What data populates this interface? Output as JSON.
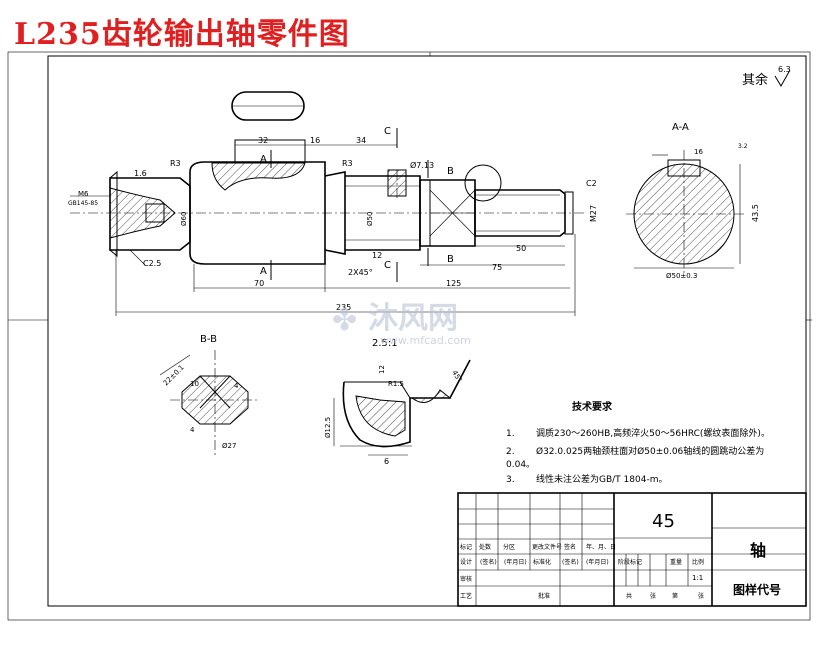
{
  "title": "L235齿轮输出轴零件图",
  "roughness_note": {
    "label": "其余",
    "value": "6.3"
  },
  "section_labels": {
    "aa": "A-A",
    "bb": "B-B",
    "detail_scale": "2.5:1"
  },
  "dimensions": {
    "d32": "32",
    "d16": "16",
    "d34": "34",
    "d70": "70",
    "d125": "125",
    "d235": "235",
    "d50": "50",
    "d75": "75",
    "r3a": "R3",
    "r3b": "R3",
    "c2": "C2",
    "c25": "C2.5",
    "c2x45": "2X45°",
    "d12": "12",
    "d1_6": "1.6",
    "m27": "M27",
    "d73": "Ø7.13",
    "phi60": "Ø60",
    "phi50": "Ø50",
    "m6": "M6",
    "gb": "GB145-85",
    "aa_16": "16",
    "aa_32": "3.2",
    "aa_435": "43.5",
    "aa_phi": "Ø50±0.3",
    "bb_22": "22±0.1",
    "bb_10": "10",
    "bb_4": "4",
    "bb_phi": "Ø27",
    "det_r15": "R1.5",
    "det_12": "12",
    "det_6": "6",
    "det_phi": "Ø12.5",
    "det_45": "45°",
    "label_a": "A",
    "label_b": "B",
    "label_c": "C"
  },
  "tech": {
    "heading": "技术要求",
    "items": [
      {
        "num": "1.",
        "text": "调质230～260HB,高频淬火50～56HRC(螺纹表面除外)。"
      },
      {
        "num": "2.",
        "text": "Ø32.0.025两轴颈柱面对Ø50±0.06轴线的圆跳动公差为"
      },
      {
        "num": "",
        "text": "0.04。"
      },
      {
        "num": "3.",
        "text": "线性未注公差为GB/T  1804-m。"
      }
    ]
  },
  "title_block": {
    "material": "45",
    "part_name": "轴",
    "drawing_no_label": "图样代号",
    "row_headers": [
      "标记",
      "处数",
      "分区",
      "更改文件号",
      "签名",
      "年、月、日"
    ],
    "row_design": [
      "设计",
      "(签名)",
      "(年月日)",
      "标准化",
      "(签名)",
      "(年月日)"
    ],
    "row_review": "审核",
    "row_process": "工艺",
    "approve": "批准",
    "stage_headers": [
      "阶段标记",
      "重量",
      "比例"
    ],
    "scale": "1:1",
    "sheet": [
      "共",
      "张",
      "第",
      "张"
    ]
  },
  "watermark": {
    "text": "沐风网",
    "url": "www.mfcad.com"
  }
}
